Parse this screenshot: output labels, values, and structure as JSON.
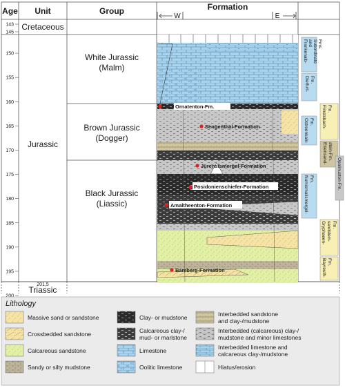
{
  "header": {
    "age": "Age",
    "unit": "Unit",
    "group": "Group",
    "formation": "Formation",
    "west": "W",
    "east": "E"
  },
  "age_ticks": [
    "143",
    "145",
    "150",
    "155",
    "160",
    "165",
    "170",
    "175",
    "180",
    "185",
    "190",
    "195",
    "200"
  ],
  "base_age": "201,5",
  "units": {
    "cretaceous": "Cretaceous",
    "jurassic": "Jurassic",
    "triassic": "Triassic"
  },
  "groups": {
    "white_1": "White Jurassic",
    "white_2": "(Malm)",
    "brown_1": "Brown Jurassic",
    "brown_2": "(Dogger)",
    "black_1": "Black Jurassic",
    "black_2": "(Liassic)"
  },
  "formations": {
    "ornatenton": "Ornatenton-Fm.",
    "sengenthal": "Sengenthal-Formation",
    "jurensismergel": "Jurensismergel-Formation",
    "posidonienschiefer": "Posidonienschiefer-Formation",
    "amaltheenton": "Amaltheenton-Formation",
    "bamberg": "Bamberg-Formation"
  },
  "side_formations": {
    "frankenalb_1": "Frankenalb-",
    "frankenalb_2": "and",
    "frankenalb_3": "Subordinate",
    "frankenalb_4": "Fms.",
    "dietfurt_1": "Dietfurt-",
    "dietfurt_2": "Fm.",
    "flinstsbach_1": "Flinstsbach-",
    "flinstsbach_2": "Fm.",
    "ostreenkalk_1": "Ostreenkalk-",
    "ostreenkalk_2": "Fm.",
    "eisensand_1": "Eisensand-",
    "eisensand_2": "stein-Fm.",
    "opalinuston": "Opalinuston-Fm.",
    "numismalis_1": "Numismalismergel-",
    "numismalis_2": "Fm.",
    "gryphaeen_1": "Gryphaeen-",
    "gryphaeen_2": "sandstein-",
    "gryphaeen_3": "Fm.",
    "bayreuth_1": "Bayreuth-",
    "bayreuth_2": "Fm."
  },
  "legend": {
    "title": "Lithology",
    "items": {
      "massive_sand": "Massive sand or sandstone",
      "crossbedded": "Crossbedded sandstone",
      "calc_sand": "Calcareous sandstone",
      "sandy_mud": "Sandy or silty mudstone",
      "clay": "Clay- or mudstone",
      "calc_clay_1": "Calcareous clay-/",
      "calc_clay_2": "mud- or marlstone",
      "limestone": "Limestone",
      "oolitic": "Oolitic limestone",
      "inter_sand_1": "Interbedded sandstone",
      "inter_sand_2": "and clay-/mudstone",
      "inter_calc_1": "Interbedded (calcareous) clay-/",
      "inter_calc_2": "mudstone and minor limestones",
      "inter_lime_1": "Interbedded limestone and",
      "inter_lime_2": "calcareous clay-/mudstone",
      "hiatus": "Hiatus/erosion"
    }
  },
  "colors": {
    "limestone": "#a9d3ec",
    "grey": "#c8c8c8",
    "clay": "#2a2a2a",
    "sandy_mud": "#bcb59a",
    "calc_sand": "#e2f0a6",
    "massive_sand": "#f5e4a6",
    "side_blue": "#b9dbf0",
    "side_yellow": "#f7efb4",
    "dot": "#e02020"
  }
}
